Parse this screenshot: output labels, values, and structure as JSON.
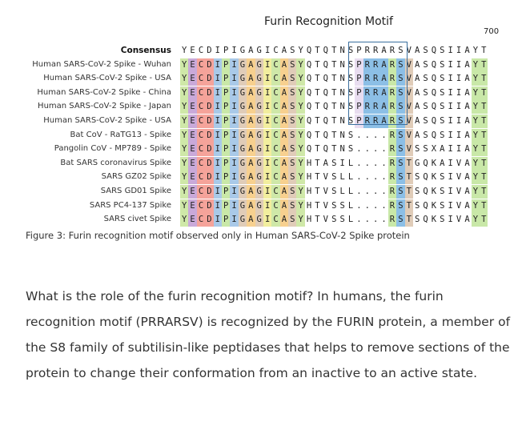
{
  "figure": {
    "title": "Furin Recognition Motif",
    "position_label": "700",
    "caption": "Figure 3: Furin recognition motif observed only in Human SARS-CoV-2 Spike protein"
  },
  "alignment": {
    "consensus": {
      "label": "Consensus",
      "sequence": "YECDIPIGAGICASYQTQTNSPRRARSVASQSIIAYT"
    },
    "rows": [
      {
        "label": "Human SARS-CoV-2 Spike - Wuhan",
        "sequence": "YECDIPIGAGICASYQTQTNSPRRARSVASQSIIAYT"
      },
      {
        "label": "Human SARS-CoV-2 Spike - USA",
        "sequence": "YECDIPIGAGICASYQTQTNSPRRARSVASQSIIAYT"
      },
      {
        "label": "Human SARS-CoV-2 Spike - China",
        "sequence": "YECDIPIGAGICASYQTQTNSPRRARSVASQSIIAYT"
      },
      {
        "label": "Human SARS-CoV-2 Spike - Japan",
        "sequence": "YECDIPIGAGICASYQTQTNSPRRARSVASQSIIAYT"
      },
      {
        "label": "Human SARS-CoV-2 Spike - USA",
        "sequence": "YECDIPIGAGICASYQTQTNSPRRARSVASQSIIAYT"
      },
      {
        "label": "Bat CoV - RaTG13 - Spike",
        "sequence": "YECDIPIGAGICASYQTQTNS....RSVASQSIIAYT"
      },
      {
        "label": "Pangolin CoV - MP789 - Spike",
        "sequence": "YECDIPIGAGICASYQTQTNS....RSVSSXAIIAYT"
      },
      {
        "label": "Bat SARS coronavirus Spike",
        "sequence": "YECDIPIGAGICASYHTASIL....RSTGQKAIVAYT"
      },
      {
        "label": "SARS GZ02 Spike",
        "sequence": "YECDIPIGAGICASYHTVSLL....RSTSQKSIVAYT"
      },
      {
        "label": "SARS GD01 Spike",
        "sequence": "YECDIPIGAGICASYHTVSLL....RSTSQKSIVAYT"
      },
      {
        "label": "SARS PC4-137 Spike",
        "sequence": "YECDIPIGAGICASYHTVSSL....RSTSQKSIVAYT"
      },
      {
        "label": "SARS civet Spike",
        "sequence": "YECDIPIGAGICASYHTVSSL....RSTSQKSIVAYT"
      }
    ],
    "column_colors": {
      "0": "#cfe8a8",
      "1": "#c9a9d9",
      "2": "#f5a39a",
      "3": "#f5a39a",
      "4": "#a9c9e8",
      "5": "#c9e8a8",
      "6": "#a9c9e8",
      "7": "#e0ccb8",
      "8": "#f7d08f",
      "9": "#e0ccb8",
      "10": "#f2ee9e",
      "11": "#cfe8a8",
      "12": "#f7d08f",
      "13": "#e0ccb8",
      "14": "#cfe8a8",
      "21": "#e9ddf0",
      "22": "#8cbfe6",
      "23": "#8cbfe6",
      "24": "#8cbfe6",
      "25": "#c9e8a8",
      "26": "#8cbfe6",
      "27": "#e0ccb8",
      "35": "#c9e8a8",
      "36": "#c9e8a8"
    }
  },
  "paragraph": {
    "text": "What is the role of the furin recognition motif? In humans, the furin recognition motif (PRRARSV) is recognized by the FURIN protein, a member of the S8 family of subtilisin-like peptidases that helps to remove sections of the protein to change their conformation from an inactive to an active state."
  }
}
